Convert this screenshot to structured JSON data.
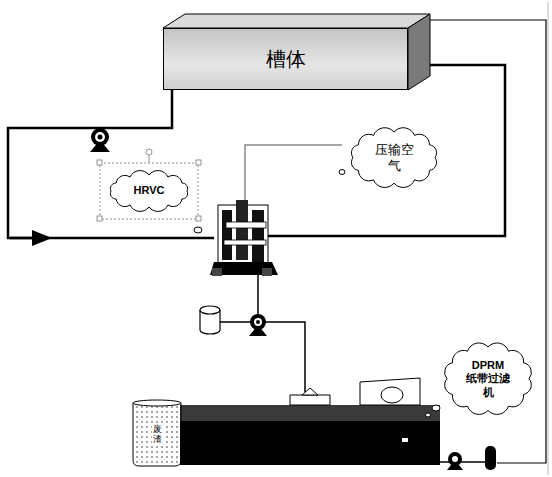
{
  "diagram": {
    "nodes": [
      {
        "text": [
          "槽体"
        ]
      },
      {
        "text": [
          "HRVC"
        ]
      },
      {
        "text": [
          "压输空气"
        ]
      },
      {
        "text": [
          "DPRM 纸带过滤机"
        ]
      },
      {
        "text": [
          "废渣"
        ]
      }
    ]
  }
}
